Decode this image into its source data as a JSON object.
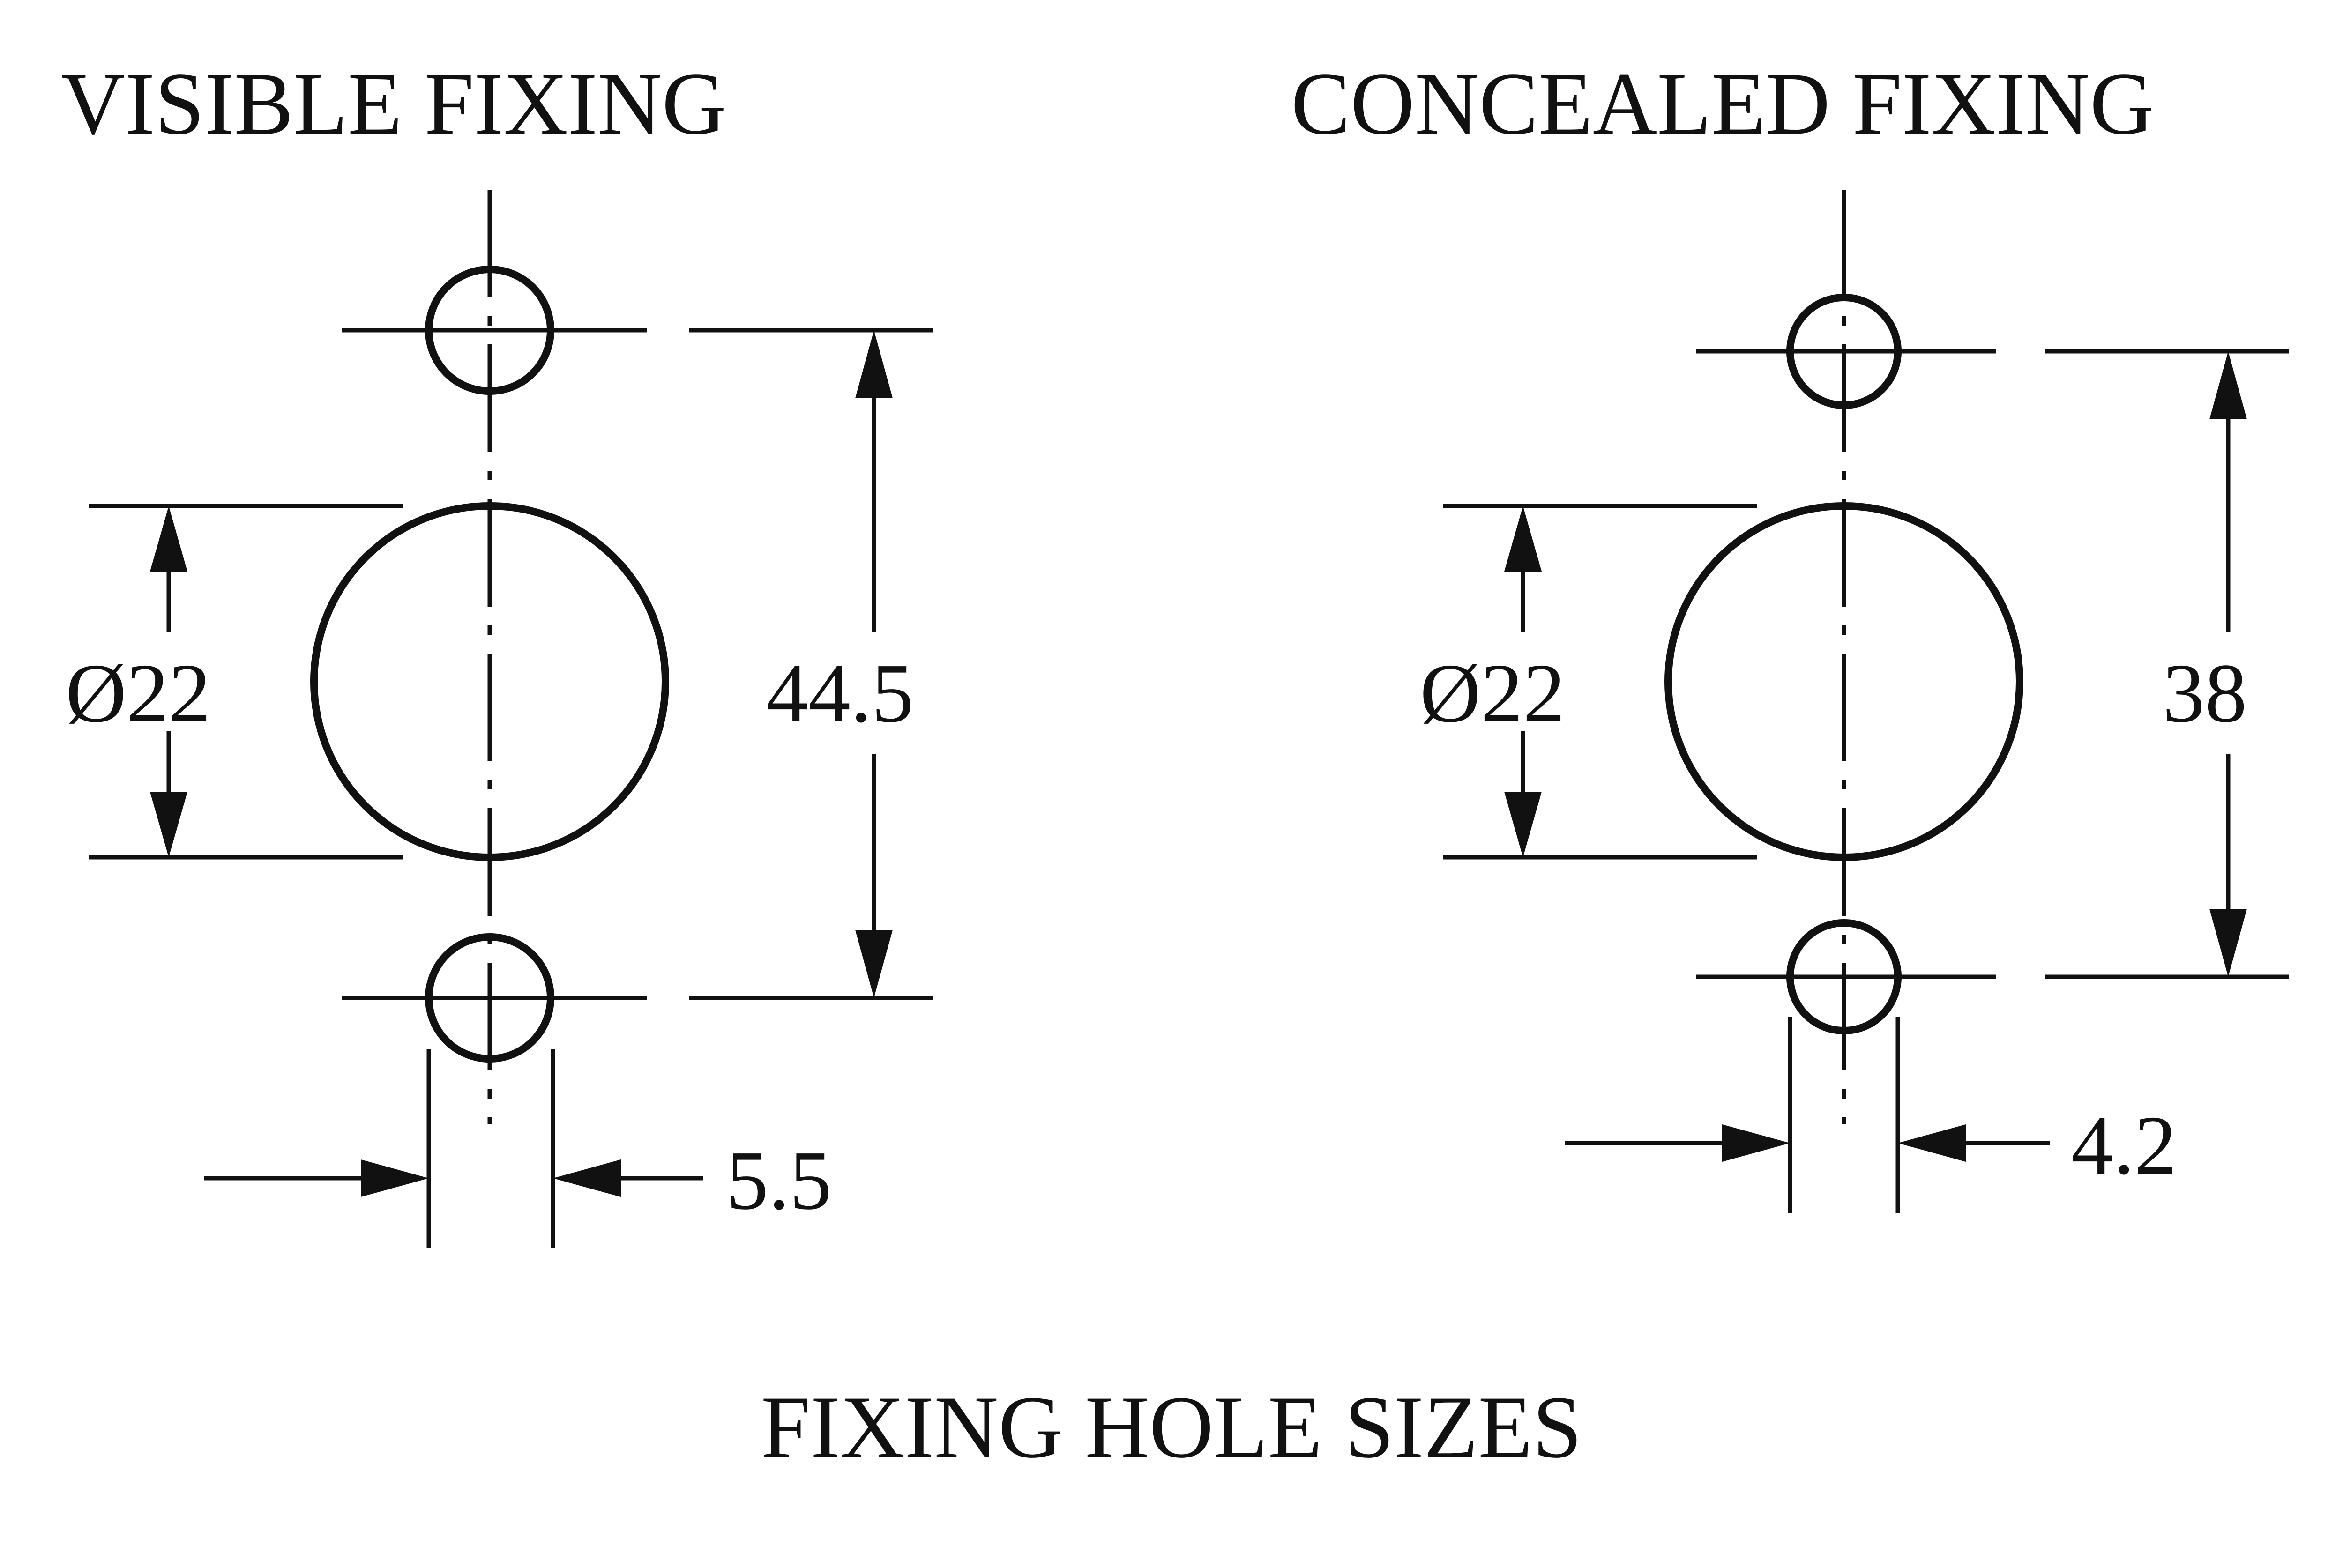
{
  "title": "FIXING HOLE SIZES",
  "views": {
    "visible": {
      "title": "VISIBLE FIXING",
      "diameter_label": "Ø22",
      "spacing_label": "44.5",
      "hole_label": "5.5"
    },
    "concealed": {
      "title": "CONCEALED FIXING",
      "diameter_label": "Ø22",
      "spacing_label": "38",
      "hole_label": "4.2"
    }
  },
  "colors": {
    "ink": "#111111",
    "background": "#ffffff"
  }
}
